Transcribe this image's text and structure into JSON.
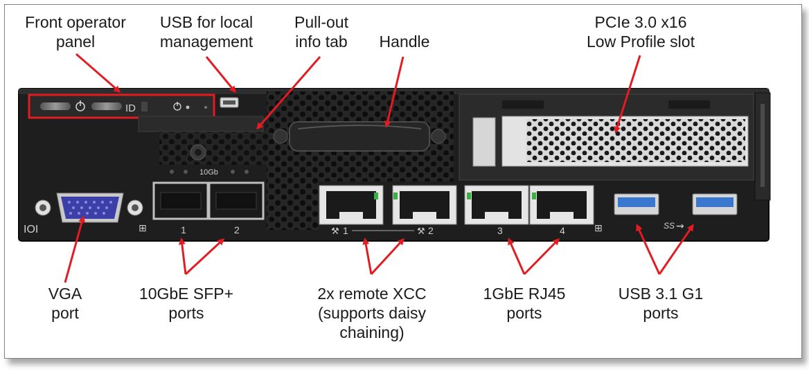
{
  "labels": {
    "front_panel": [
      "Front operator",
      "panel"
    ],
    "usb_local": [
      "USB for local",
      "management"
    ],
    "pullout": [
      "Pull-out",
      "info tab"
    ],
    "handle": [
      "Handle"
    ],
    "pcie": [
      "PCIe 3.0 x16",
      "Low Profile slot"
    ],
    "vga": [
      "VGA",
      "port"
    ],
    "sfp": [
      "10GbE SFP+",
      "ports"
    ],
    "xcc": [
      "2x remote XCC",
      "(supports daisy",
      "chaining)"
    ],
    "rj45": [
      "1GbE RJ45",
      "ports"
    ],
    "usb31": [
      "USB 3.1 G1",
      "ports"
    ]
  },
  "chassis_text": {
    "id": "ID",
    "sfp_speed": "10Gb",
    "sfp_port_1": "1",
    "sfp_port_2": "2",
    "xcc_port_1": "1",
    "xcc_port_2": "2",
    "rj45_port_3": "3",
    "rj45_port_4": "4",
    "usb_ss": "SS"
  },
  "colors": {
    "callout": "#e31b23",
    "chassis": "#1e1e1e",
    "vga": "#3d3fa8",
    "usb3": "#3a78d0"
  }
}
